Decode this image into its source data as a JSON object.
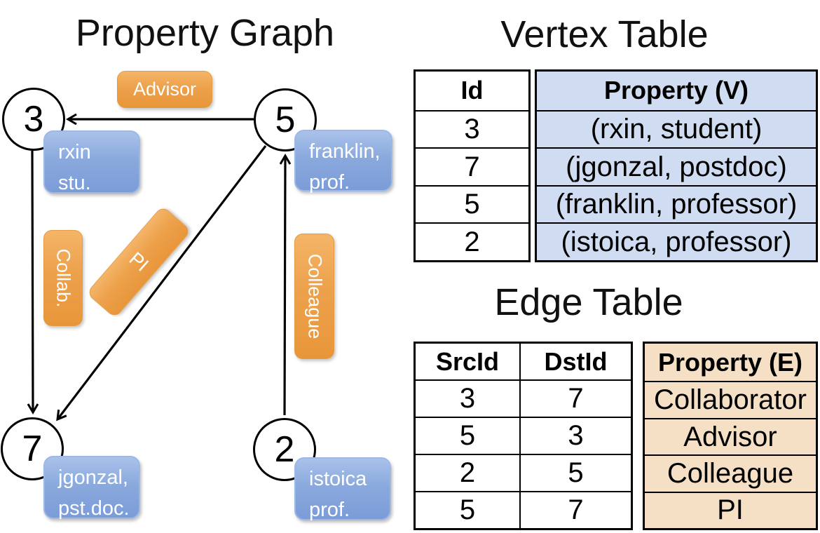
{
  "graph": {
    "title": "Property Graph",
    "nodes": [
      {
        "id": "3",
        "prop1": "rxin",
        "prop2": "stu."
      },
      {
        "id": "5",
        "prop1": "franklin,",
        "prop2": "prof."
      },
      {
        "id": "7",
        "prop1": "jgonzal,",
        "prop2": "pst.doc."
      },
      {
        "id": "2",
        "prop1": "istoica",
        "prop2": "prof."
      }
    ],
    "edges": [
      {
        "label": "Advisor",
        "src": "5",
        "dst": "3"
      },
      {
        "label": "Collab.",
        "src": "3",
        "dst": "7"
      },
      {
        "label": "PI",
        "src": "5",
        "dst": "7"
      },
      {
        "label": "Colleague",
        "src": "2",
        "dst": "5"
      }
    ]
  },
  "vertex_table": {
    "title": "Vertex Table",
    "columns": {
      "id": "Id",
      "property": "Property (V)"
    },
    "rows": [
      {
        "id": "3",
        "property": "(rxin, student)"
      },
      {
        "id": "7",
        "property": "(jgonzal, postdoc)"
      },
      {
        "id": "5",
        "property": "(franklin, professor)"
      },
      {
        "id": "2",
        "property": "(istoica, professor)"
      }
    ]
  },
  "edge_table": {
    "title": "Edge Table",
    "columns": {
      "src": "SrcId",
      "dst": "DstId",
      "property": "Property (E)"
    },
    "rows": [
      {
        "src": "3",
        "dst": "7",
        "property": "Collaborator"
      },
      {
        "src": "5",
        "dst": "3",
        "property": "Advisor"
      },
      {
        "src": "2",
        "dst": "5",
        "property": "Colleague"
      },
      {
        "src": "5",
        "dst": "7",
        "property": "PI"
      }
    ]
  },
  "colors": {
    "edge_label_orange": "#eda14b",
    "node_property_blue": "#8aa9dd",
    "vertex_property_fill": "#cfdcf1",
    "edge_property_fill": "#f6e0c5",
    "line_color": "#000000"
  }
}
